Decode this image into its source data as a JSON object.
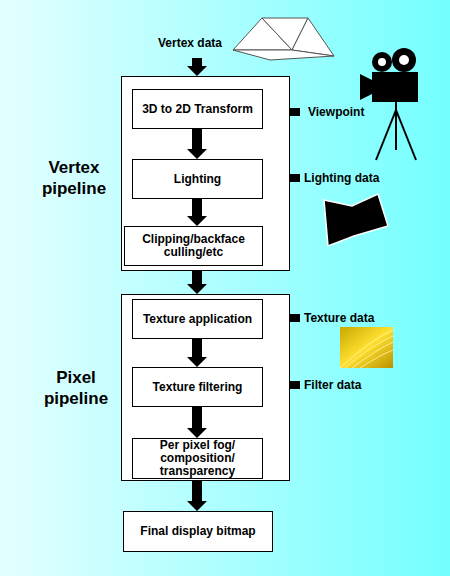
{
  "diagram": {
    "nodes": [
      {
        "text": [
          "Vertex pipeline"
        ]
      },
      {
        "text": [
          "3D to 2D Transform"
        ],
        "in": 0
      },
      {
        "text": [
          "Lighting"
        ],
        "in": 0
      },
      {
        "text": [
          "Clipping/backface culling/etc"
        ],
        "in": 0
      },
      {
        "text": [
          "Pixel pipeline"
        ]
      },
      {
        "text": [
          "Texture application"
        ],
        "in": 4
      },
      {
        "text": [
          "Texture filtering"
        ],
        "in": 4
      },
      {
        "text": [
          "Per pixel fog/ composition/ transparency"
        ],
        "in": 4
      },
      {
        "text": [
          "Final display bitmap"
        ]
      }
    ],
    "edges": [
      {
        "from": 1,
        "to": 2,
        "arrow": "to"
      },
      {
        "from": 2,
        "to": 3,
        "arrow": "to"
      },
      {
        "from": 0,
        "to": 4,
        "arrow": "to"
      },
      {
        "from": 5,
        "to": 6,
        "arrow": "to"
      },
      {
        "from": 6,
        "to": 7,
        "arrow": "to"
      },
      {
        "from": 4,
        "to": 8,
        "arrow": "to"
      }
    ],
    "labels": [
      "Vertex data",
      "Viewpoint",
      "Lighting data",
      "Texture data",
      "Filter data"
    ]
  }
}
